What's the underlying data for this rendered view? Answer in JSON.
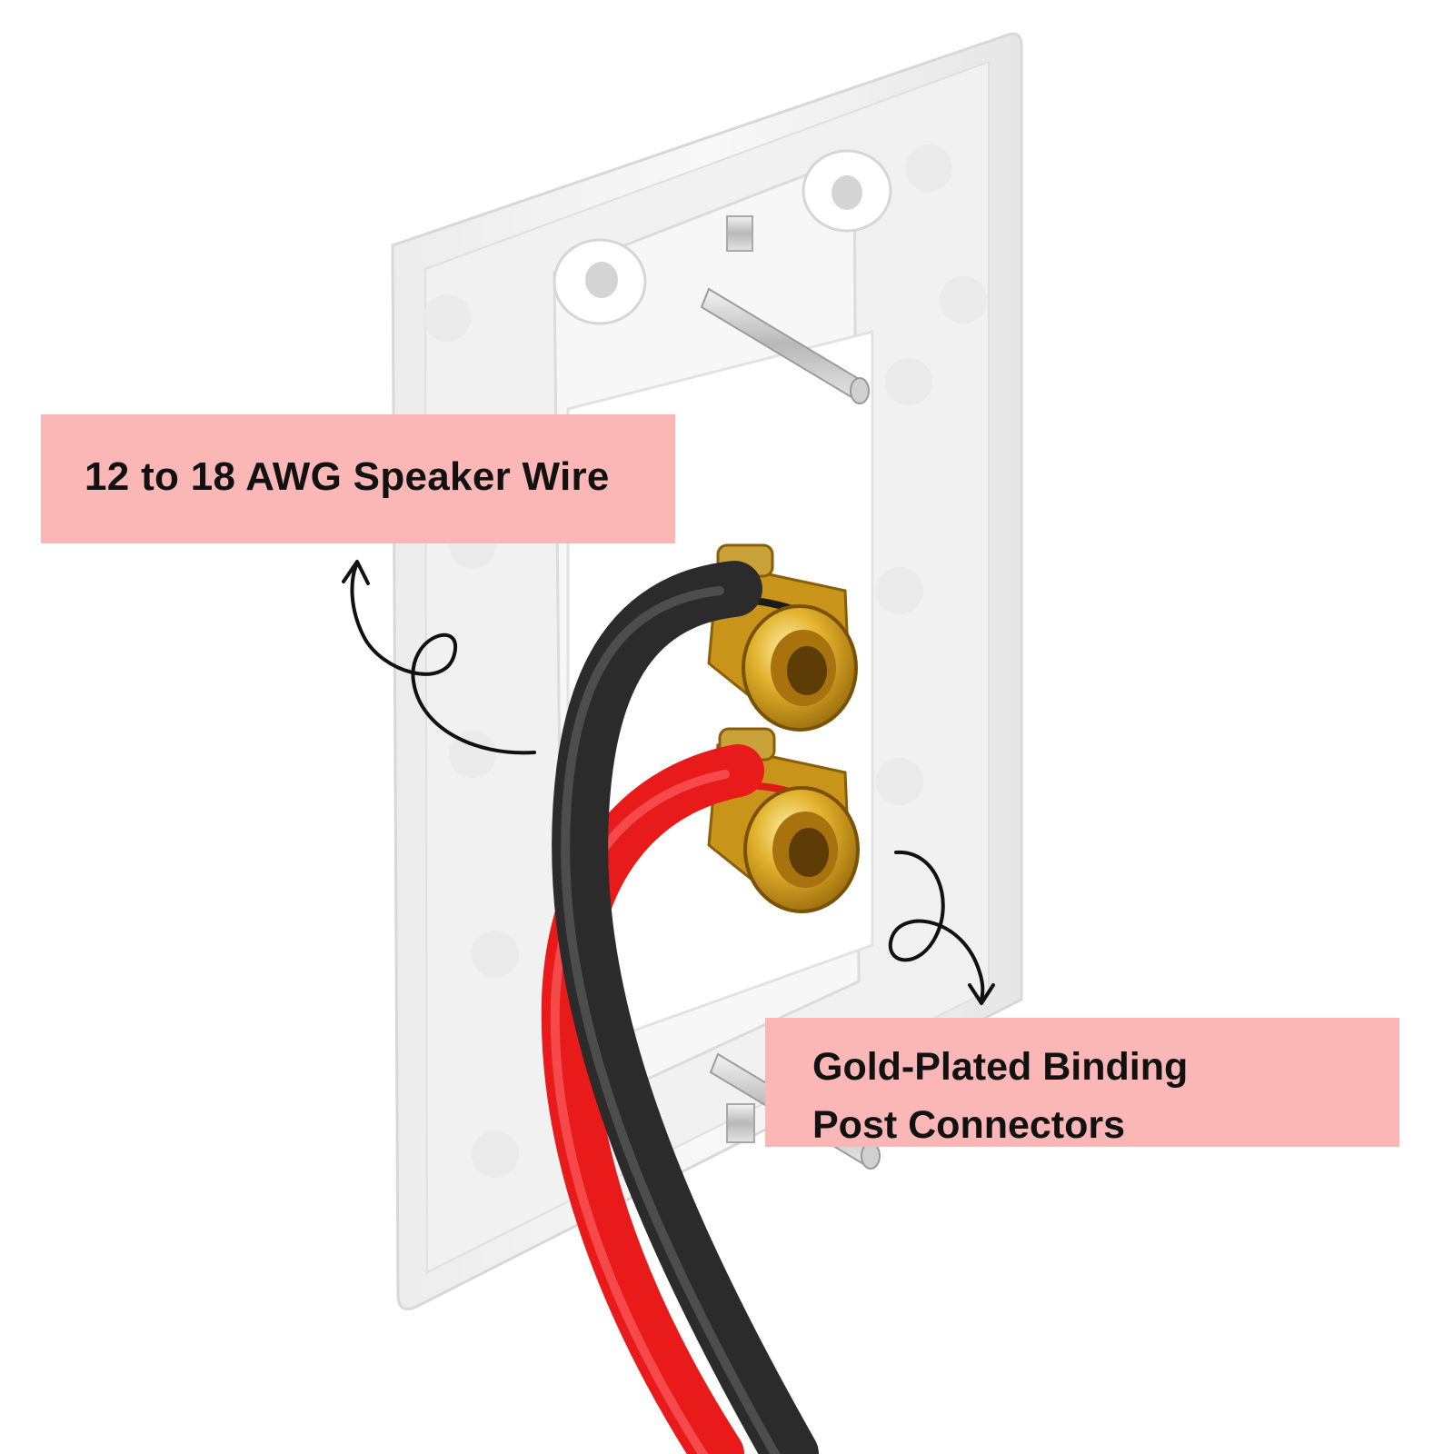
{
  "colors": {
    "callout_background": "#FBB6B6",
    "callout_text": "#111111",
    "wall_plate": "#F4F4F4",
    "wire_black": "#2B2B2B",
    "wire_red": "#E81A1A",
    "binding_post_gold": "#D9A520",
    "annotation_arrow": "#111111"
  },
  "callouts": {
    "speaker_wire": {
      "text": "12 to 18 AWG Speaker Wire"
    },
    "binding_posts": {
      "line1": "Gold-Plated Binding",
      "line2": "Post Connectors"
    }
  },
  "icons": {
    "wire_arrow": "curly-arrow-up-icon",
    "posts_arrow": "curly-arrow-down-icon"
  }
}
